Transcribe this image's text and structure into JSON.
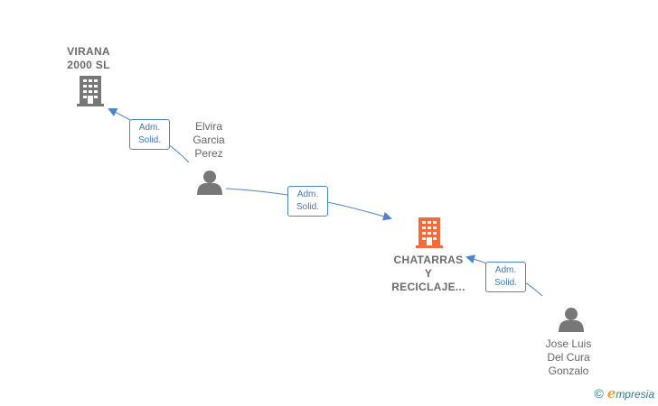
{
  "nodes": {
    "virana": {
      "label_line1": "VIRANA",
      "label_line2": "2000 SL",
      "color": "#777777"
    },
    "chatarras": {
      "label_line1": "CHATARRAS",
      "label_line2": "Y",
      "label_line3": "RECICLAJE...",
      "color": "#f26a3e"
    },
    "elvira": {
      "label_line1": "Elvira",
      "label_line2": "Garcia",
      "label_line3": "Perez",
      "color": "#777777"
    },
    "jose": {
      "label_line1": "Jose Luis",
      "label_line2": "Del Cura",
      "label_line3": "Gonzalo",
      "color": "#777777"
    }
  },
  "edges": [
    {
      "line1": "Adm.",
      "line2": "Solid."
    },
    {
      "line1": "Adm.",
      "line2": "Solid."
    },
    {
      "line1": "Adm.",
      "line2": "Solid."
    }
  ],
  "colors": {
    "edge": "#4a86d0"
  },
  "watermark": {
    "copyright": "©",
    "brand_initial": "e",
    "brand_rest": "mpresia"
  }
}
